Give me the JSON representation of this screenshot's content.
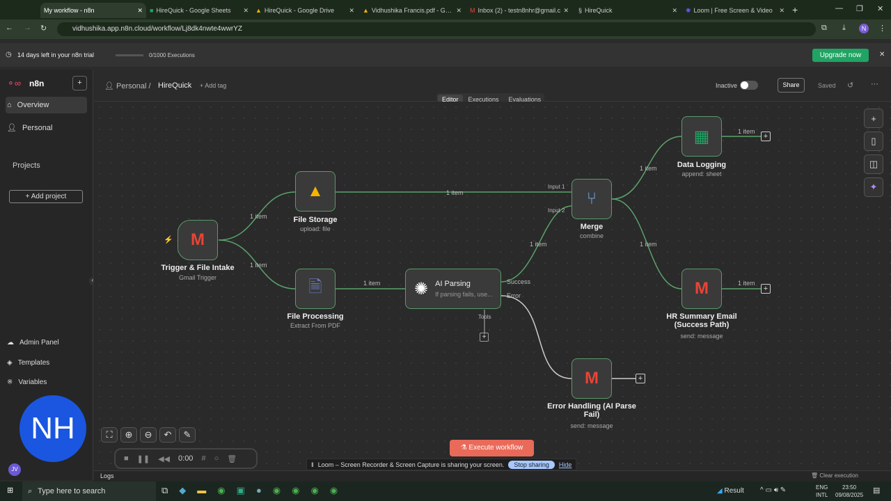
{
  "browser": {
    "tabs": [
      {
        "label": "My workflow - n8n",
        "active": true
      },
      {
        "label": "HireQuick - Google Sheets"
      },
      {
        "label": "HireQuick - Google Drive"
      },
      {
        "label": "Vidhushika Francis.pdf - Goog"
      },
      {
        "label": "Inbox (2) - testn8nhr@gmail.c"
      },
      {
        "label": "HireQuick"
      },
      {
        "label": "Loom | Free Screen & Video"
      }
    ],
    "url": "vidhushika.app.n8n.cloud/workflow/Lj8dk4nwte4wwrYZ",
    "profile": "N"
  },
  "trial": {
    "text": "14 days left in your n8n trial",
    "executions": "0/1000 Executions",
    "upgrade": "Upgrade now"
  },
  "sidebar": {
    "brand": "n8n",
    "items": [
      {
        "label": "Overview"
      },
      {
        "label": "Personal"
      }
    ],
    "projects": "Projects",
    "add_project": "+ Add project",
    "bottom": [
      {
        "label": "Admin Panel"
      },
      {
        "label": "Templates"
      },
      {
        "label": "Variables"
      }
    ],
    "user": "JV"
  },
  "header": {
    "breadcrumb_root": "Personal",
    "breadcrumb_sep": "/",
    "workflow": "HireQuick",
    "add_tag": "+ Add tag",
    "status": "Inactive",
    "share": "Share",
    "saved": "Saved",
    "tabs": [
      "Editor",
      "Executions",
      "Evaluations"
    ]
  },
  "nodes": {
    "trigger": {
      "label": "Trigger & File Intake",
      "sub": "Gmail Trigger"
    },
    "storage": {
      "label": "File Storage",
      "sub": "upload: file"
    },
    "processing": {
      "label": "File Processing",
      "sub": "Extract From PDF"
    },
    "ai": {
      "label": "AI Parsing",
      "sub": "If parsing fails, use...",
      "success": "Success",
      "error": "Error",
      "tools": "Tools"
    },
    "merge": {
      "label": "Merge",
      "sub": "combine",
      "in1": "Input 1",
      "in2": "Input 2"
    },
    "logging": {
      "label": "Data Logging",
      "sub": "append: sheet"
    },
    "hr": {
      "label": "HR Summary Email (Success Path)",
      "sub": "send: message"
    },
    "errorh": {
      "label": "Error Handling (AI Parse Fail)",
      "sub": "send: message"
    }
  },
  "edge_label": "1 item",
  "execute": "Execute workflow",
  "logs": {
    "label": "Logs",
    "clear": "Clear execution"
  },
  "loom": {
    "avatar": "NH",
    "timer": "0:00",
    "banner": "Loom – Screen Recorder & Screen Capture is sharing your screen.",
    "stop": "Stop sharing",
    "hide": "Hide"
  },
  "taskbar": {
    "search": "Type here to search",
    "weather": "Result",
    "lang1": "ENG",
    "lang2": "INTL",
    "time": "23:50",
    "date": "09/08/2025"
  }
}
